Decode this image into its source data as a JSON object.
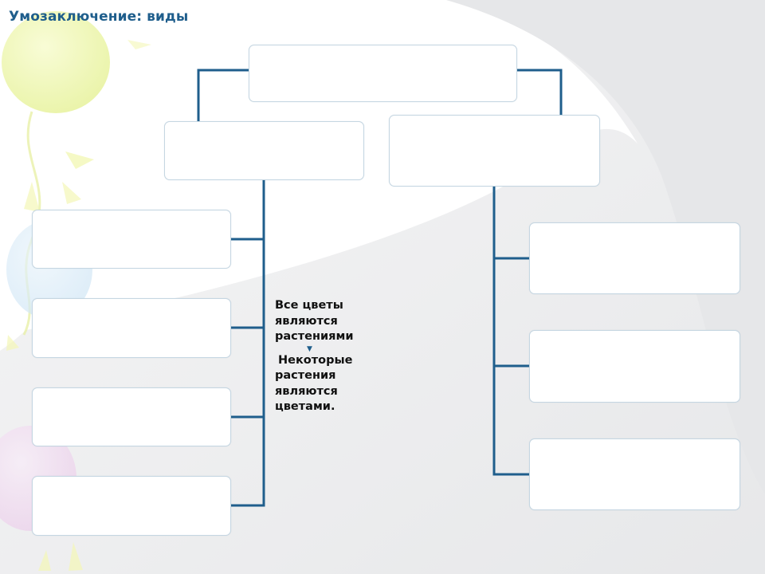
{
  "slide": {
    "title": "Умозаключение: виды",
    "accent_color": "#1f5e8c",
    "connector_color": "#1f5e8c"
  },
  "note": {
    "premise_lines": [
      "Все цветы",
      "являются",
      "растениями"
    ],
    "arrow_icon": "triangle-down",
    "conclusion_lines": [
      "Некоторые",
      "растения",
      "являются",
      "цветами."
    ]
  }
}
